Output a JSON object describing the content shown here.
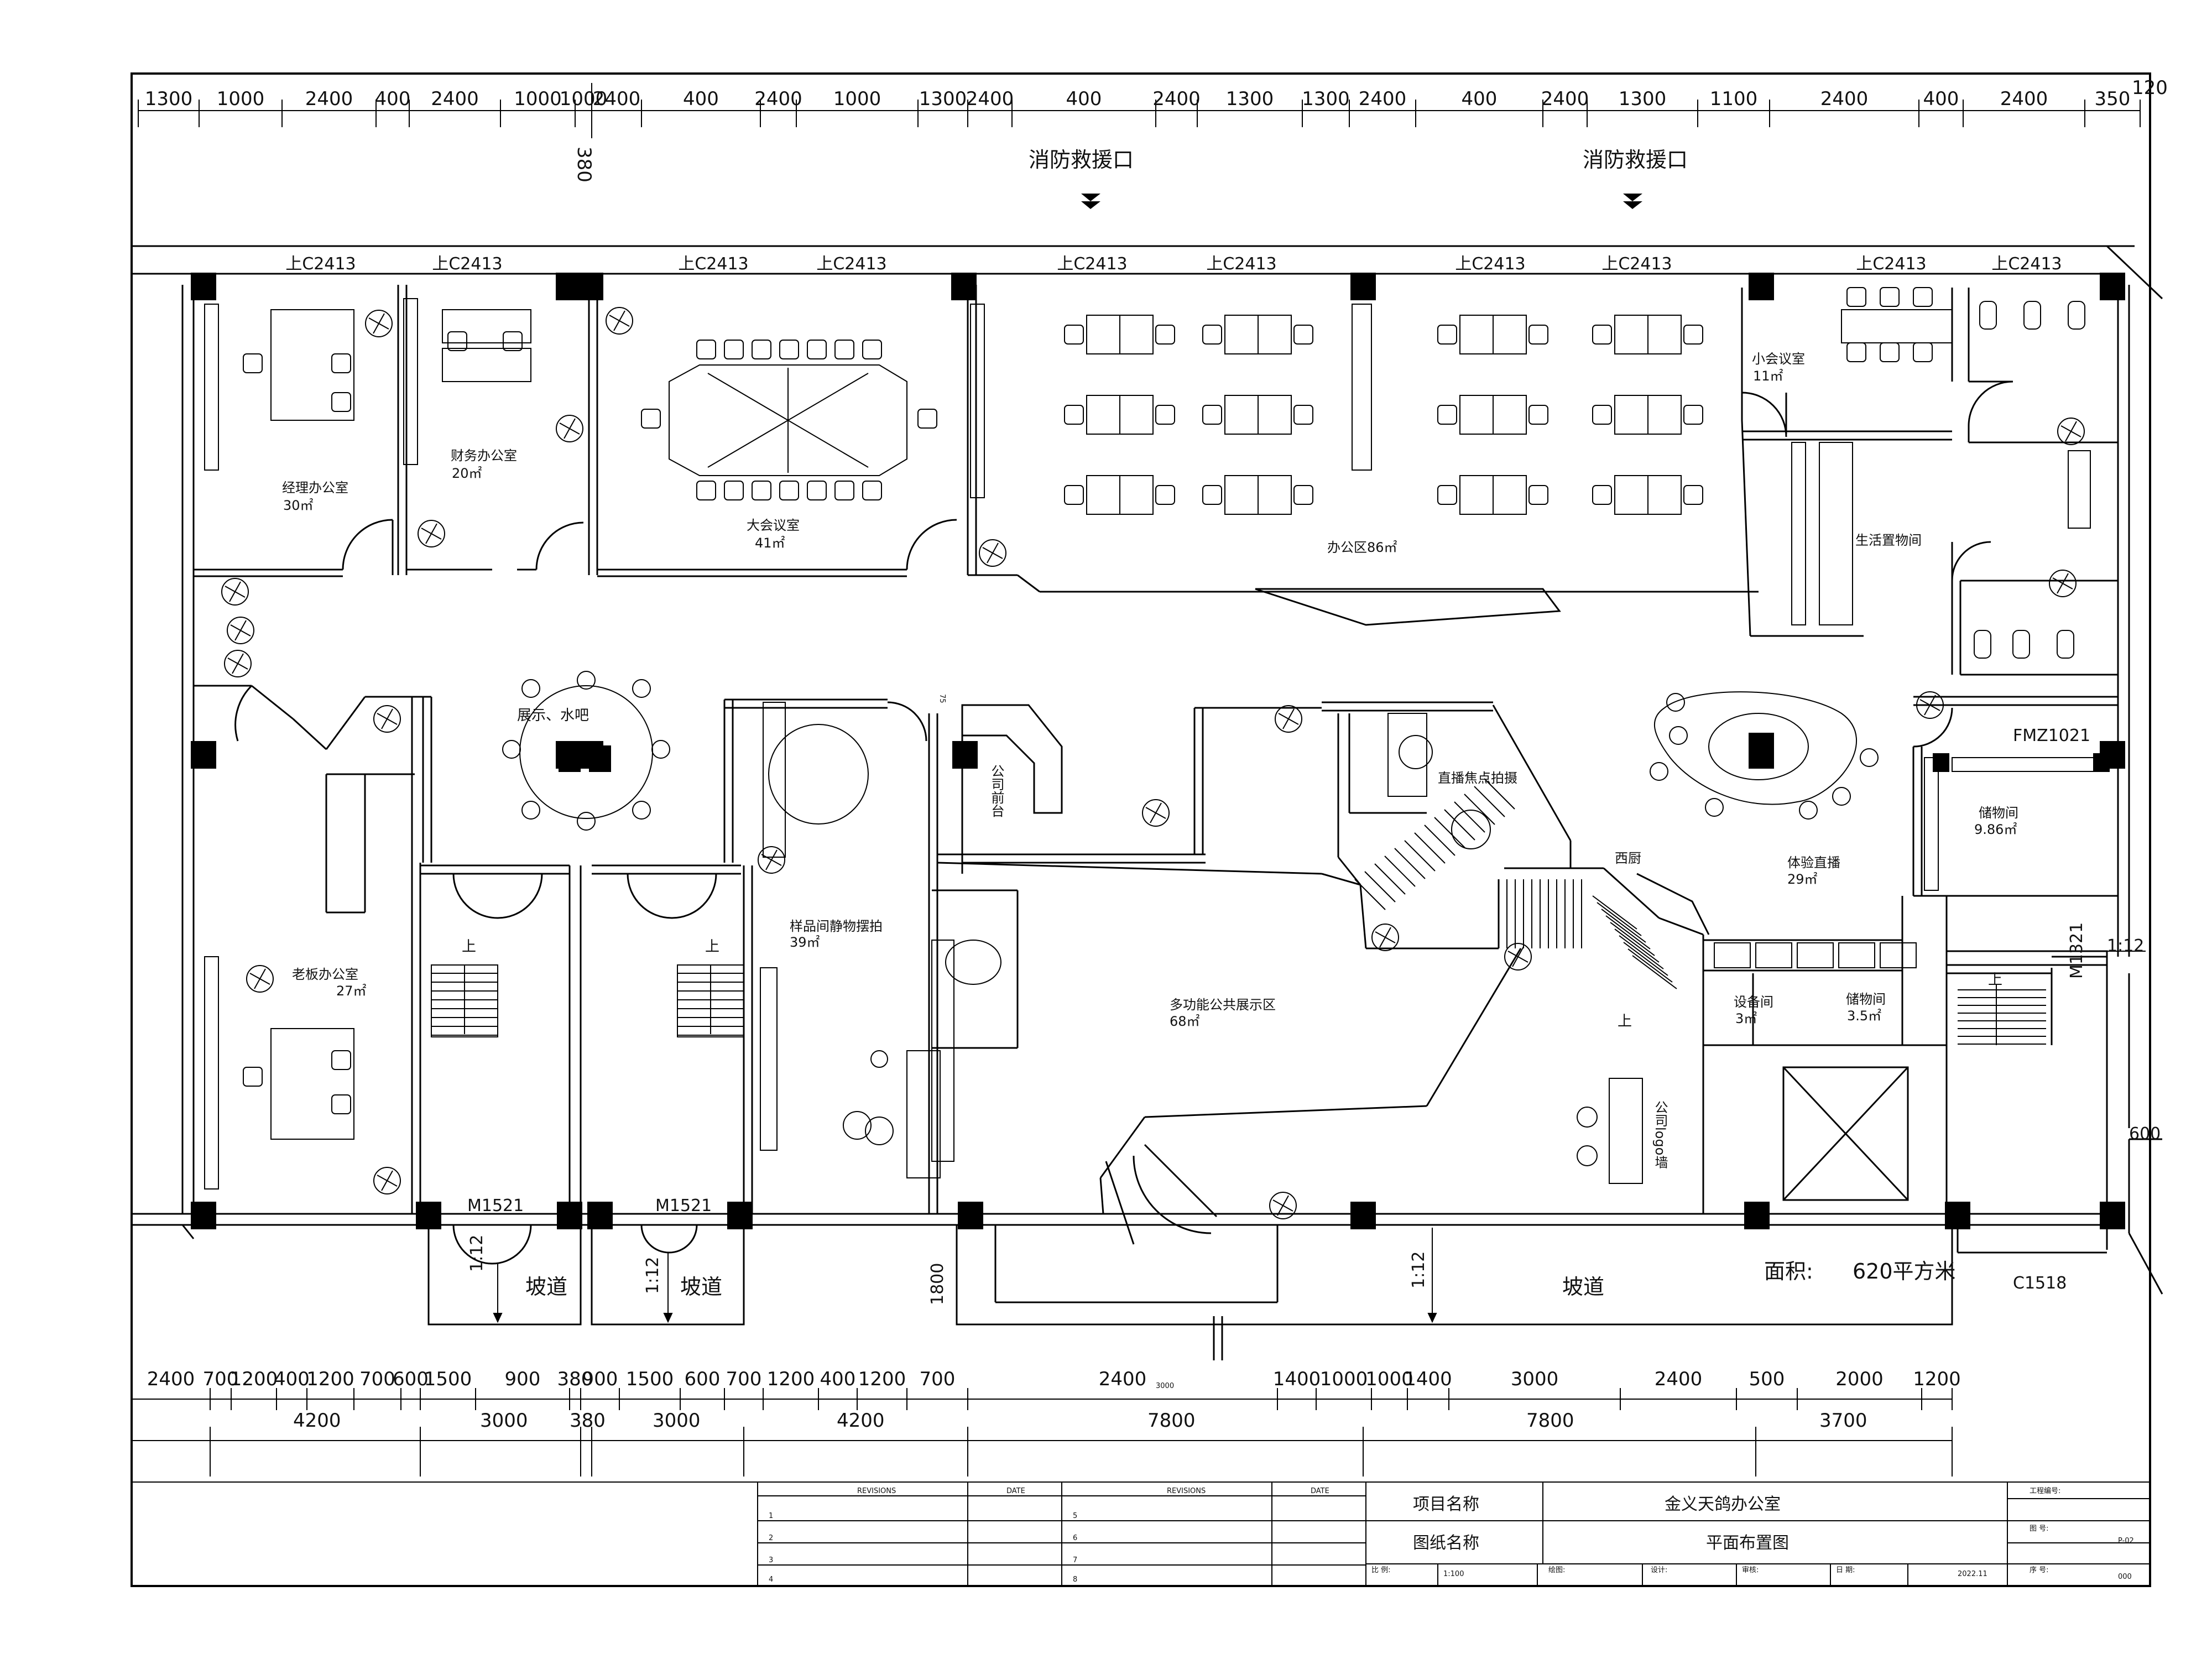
{
  "top_dimensions": [
    "1300",
    "1000",
    "2400",
    "400",
    "2400",
    "1000",
    "1000",
    "2400",
    "400",
    "2400",
    "1000",
    "1300",
    "2400",
    "400",
    "2400",
    "1300",
    "1300",
    "2400",
    "400",
    "2400",
    "1300",
    "1100",
    "2400",
    "400",
    "2400",
    "350"
  ],
  "right_top_dim": "120",
  "left_offset_dim": "380",
  "fire_rescue": [
    "消防救援口",
    "消防救援口"
  ],
  "windows_top": [
    "上C2413",
    "上C2413",
    "上C2413",
    "上C2413",
    "上C2413",
    "上C2413",
    "上C2413",
    "上C2413",
    "上C2413",
    "上C2413"
  ],
  "rooms": {
    "manager": {
      "name": "经理办公室",
      "area": "30㎡"
    },
    "finance": {
      "name": "财务办公室",
      "area": "20㎡"
    },
    "big_meeting": {
      "name": "大会议室",
      "area": "41㎡"
    },
    "office": {
      "name": "办公区86㎡"
    },
    "small_meeting": {
      "name": "小会议室",
      "area": "11㎡"
    },
    "living_storage": {
      "name": "生活置物间"
    },
    "display_bar": {
      "name": "展示、水吧"
    },
    "boss": {
      "name": "老板办公室",
      "area": "27㎡"
    },
    "sample": {
      "name": "样品间静物摆拍",
      "area": "39㎡"
    },
    "reception": {
      "name": "公司前台"
    },
    "live_focus": {
      "name": "直播焦点拍摄"
    },
    "western_kitchen": {
      "name": "西厨"
    },
    "experience": {
      "name": "体验直播",
      "area": "29㎡"
    },
    "storage1": {
      "name": "储物间",
      "area": "9.86㎡"
    },
    "multi": {
      "name": "多功能公共展示区",
      "area": "68㎡"
    },
    "logo_wall": {
      "name": "公司logo墙"
    },
    "equipment": {
      "name": "设备间",
      "area": "3㎡"
    },
    "storage2": {
      "name": "储物间",
      "area": "3.5㎡"
    }
  },
  "door_labels": [
    "M1521",
    "M1521"
  ],
  "fmz": "FMZ1021",
  "m1321": "M1321",
  "c1518": "C1518",
  "ramp": [
    "坡道",
    "坡道",
    "坡道"
  ],
  "slope": [
    "1:12",
    "1:12",
    "1:12",
    "1:12"
  ],
  "up": [
    "上",
    "上",
    "上",
    "上"
  ],
  "dim_1800": "1800",
  "dim_600": "600",
  "dim_75": "75",
  "area_total": {
    "label": "面积:",
    "value": "620平方米"
  },
  "bottom_dims_1": [
    "2400",
    "700",
    "1200",
    "400",
    "1200",
    "700",
    "600",
    "1500",
    "900",
    "380",
    "900",
    "1500",
    "600",
    "700",
    "1200",
    "400",
    "1200",
    "700",
    "2400",
    "1400",
    "1000",
    "1000",
    "1400",
    "3000",
    "2400",
    "500",
    "2000",
    "1200"
  ],
  "bottom_small": "3000",
  "bottom_dims_2": [
    "4200",
    "3000",
    "380",
    "3000",
    "4200",
    "7800",
    "7800",
    "3700"
  ],
  "title_block": {
    "revisions_header": [
      "REVISIONS",
      "DATE",
      "REVISIONS",
      "DATE"
    ],
    "rows_left": [
      "1",
      "2",
      "3",
      "4"
    ],
    "rows_right": [
      "5",
      "6",
      "7",
      "8"
    ],
    "project_label": "项目名称",
    "project_value": "金义天鸽办公室",
    "drawing_label": "图纸名称",
    "drawing_value": "平面布置图",
    "job_label": "工程编号:",
    "sheet_label": "图  号:",
    "sheet_value": "P-02",
    "scale_label": "比  例:",
    "scale_value": "1:100",
    "draw_label": "绘图:",
    "design_label": "设计:",
    "check_label": "审核:",
    "date_label": "日 期:",
    "date_value": "2022.11",
    "serial_label": "序  号:",
    "serial_value": "000"
  }
}
